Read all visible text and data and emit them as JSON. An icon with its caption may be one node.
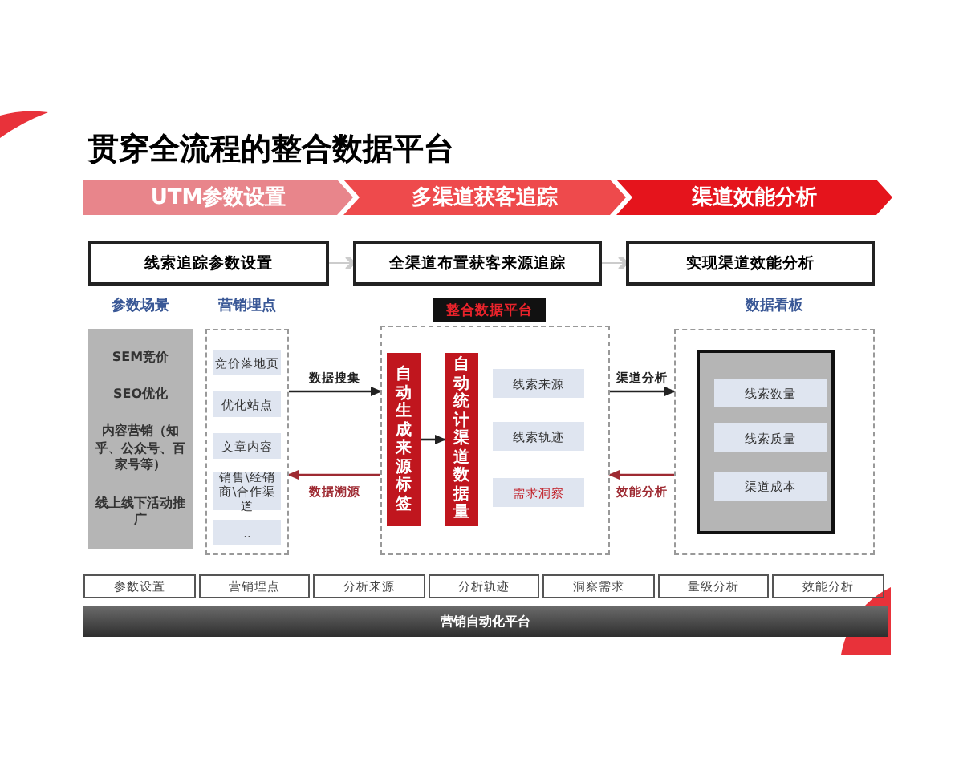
{
  "diagram": {
    "title": "贯穿全流程的整合数据平台",
    "nodes": [
      {
        "text": [
          "UTM参数设置"
        ]
      },
      {
        "text": [
          "多渠道获客追踪"
        ]
      },
      {
        "text": [
          "渠道效能分析"
        ]
      },
      {
        "text": [
          "线索追踪参数设置"
        ]
      },
      {
        "text": [
          "全渠道布置获客来源追踪"
        ]
      },
      {
        "text": [
          "实现渠道效能分析"
        ]
      },
      {
        "text": [
          "参数场景",
          "SEM竞价",
          "SEO优化",
          "内容营销（知乎、公众号、百家号等）",
          "线上线下活动推广"
        ]
      },
      {
        "text": [
          "营销埋点"
        ]
      },
      {
        "text": [
          "竞价落地页"
        ],
        "in": 7
      },
      {
        "text": [
          "优化站点"
        ],
        "in": 7
      },
      {
        "text": [
          "文章内容"
        ],
        "in": 7
      },
      {
        "text": [
          "销售\\经销商\\合作渠道"
        ],
        "in": 7
      },
      {
        "text": [
          ".."
        ],
        "in": 7
      },
      {
        "text": [
          "整合数据平台"
        ]
      },
      {
        "text": [
          "自动生成来源标签"
        ],
        "in": 13
      },
      {
        "text": [
          "自动统计渠道数据量"
        ],
        "in": 13
      },
      {
        "text": [
          "线索来源"
        ],
        "in": 13
      },
      {
        "text": [
          "线索轨迹"
        ],
        "in": 13
      },
      {
        "text": [
          "需求洞察"
        ],
        "in": 13
      },
      {
        "text": [
          "数据看板"
        ]
      },
      {
        "text": [],
        "shape": "box",
        "in": 19
      },
      {
        "text": [
          "线索数量"
        ],
        "in": 20
      },
      {
        "text": [
          "线索质量"
        ],
        "in": 20
      },
      {
        "text": [
          "渠道成本"
        ],
        "in": 20
      },
      {
        "text": [
          "参数设置"
        ]
      },
      {
        "text": [
          "营销埋点"
        ]
      },
      {
        "text": [
          "分析来源"
        ]
      },
      {
        "text": [
          "分析轨迹"
        ]
      },
      {
        "text": [
          "洞察需求"
        ]
      },
      {
        "text": [
          "量级分析"
        ]
      },
      {
        "text": [
          "效能分析"
        ]
      },
      {
        "text": [
          "营销自动化平台"
        ]
      }
    ],
    "edges": [
      {
        "from": 3,
        "to": 4,
        "arrow": "to",
        "color": "#cccccc"
      },
      {
        "from": 4,
        "to": 5,
        "arrow": "to",
        "color": "#cccccc"
      },
      {
        "from": 7,
        "to": 13,
        "arrow": "to",
        "label": "数据搜集"
      },
      {
        "from": 13,
        "to": 7,
        "arrow": "to",
        "label": "数据溯源",
        "color": "#9e2a32"
      },
      {
        "from": 14,
        "to": 15,
        "arrow": "to"
      },
      {
        "from": 13,
        "to": 19,
        "arrow": "to",
        "label": "渠道分析"
      },
      {
        "from": 19,
        "to": 13,
        "arrow": "to",
        "label": "效能分析",
        "color": "#9e2a32"
      }
    ]
  }
}
